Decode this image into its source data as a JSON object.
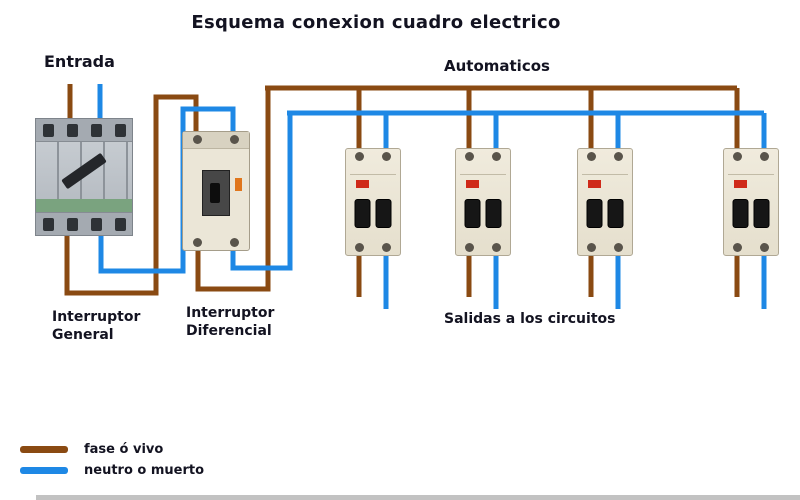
{
  "title": "Esquema conexion cuadro electrico",
  "labels": {
    "entrada": "Entrada",
    "automaticos": "Automaticos",
    "interruptor_general": "Interruptor\nGeneral",
    "interruptor_diferencial": "Interruptor\nDiferencial",
    "salidas": "Salidas a los circuitos"
  },
  "legend": {
    "items": [
      {
        "name": "phase",
        "label": "fase ó vivo"
      },
      {
        "name": "neutral",
        "label": "neutro o muerto"
      }
    ]
  },
  "colors": {
    "phase_wire": "#8a4a12",
    "neutral_wire": "#1e88e5",
    "text": "#131321",
    "background": "#ffffff"
  },
  "devices": {
    "automaticos_count": 4
  }
}
